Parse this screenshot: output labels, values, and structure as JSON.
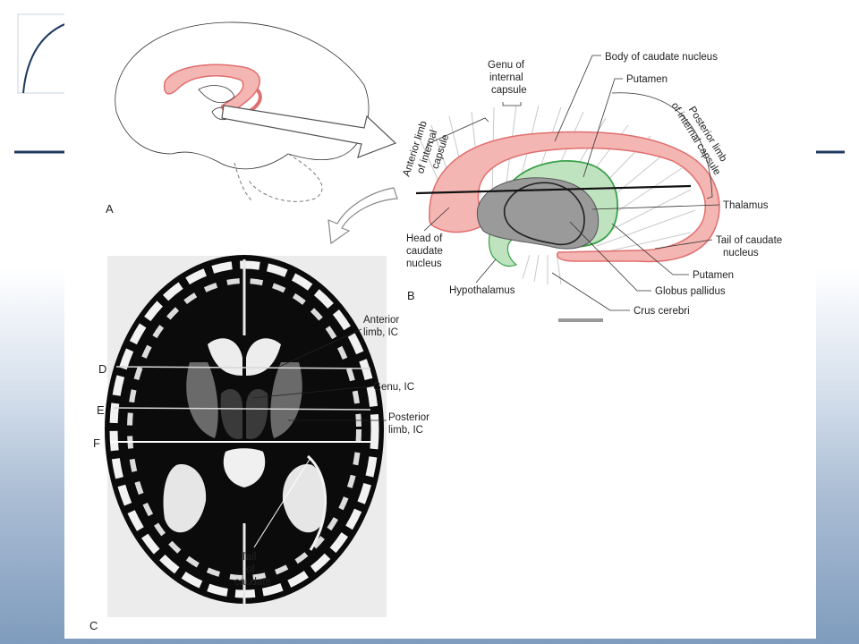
{
  "slide": {
    "accent_color": "#1f3a5f",
    "background_bottom": "#7f9bbd"
  },
  "panel_a": {
    "letter": "A"
  },
  "panel_b": {
    "letter": "B",
    "labels": {
      "genu": [
        "Genu of",
        "internal",
        "capsule"
      ],
      "body_caudate": "Body of caudate nucleus",
      "putamen_top": "Putamen",
      "anterior_limb": [
        "Anterior limb",
        "of internal",
        "capsule"
      ],
      "posterior_limb": [
        "Posterior limb",
        "of internal capsule"
      ],
      "thalamus": "Thalamus",
      "head_caudate": [
        "Head of",
        "caudate",
        "nucleus"
      ],
      "tail_caudate": [
        "Tail of caudate",
        "nucleus"
      ],
      "putamen_bottom": "Putamen",
      "hypothalamus": "Hypothalamus",
      "globus_pallidus": "Globus pallidus",
      "crus_cerebri": "Crus cerebri"
    },
    "colors": {
      "caudate_pink": "#f4b6b2",
      "caudate_outline": "#e06e6e",
      "lentiform_green": "#bfe3bf",
      "lentiform_outline": "#3aa04a",
      "thalamus_gray": "#9a9a9a"
    }
  },
  "panel_c": {
    "letter": "C",
    "section_lines": [
      "D",
      "E",
      "F"
    ],
    "labels": {
      "anterior_limb": [
        "Anterior",
        "limb, IC"
      ],
      "genu": "Genu, IC",
      "posterior_limb": [
        "Posterior",
        "limb, IC"
      ],
      "tail": [
        "Tail",
        "of",
        "caudate"
      ]
    }
  }
}
